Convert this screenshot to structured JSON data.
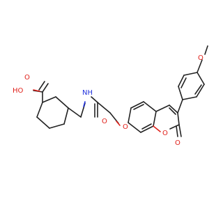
{
  "molecule": {
    "colors": {
      "carbon_bond": "#222222",
      "oxygen": "#e0201a",
      "nitrogen": "#2233dd",
      "background": "#ffffff"
    },
    "atom_labels": {
      "carboxylic_oh": "HO",
      "carboxylic_o": "O",
      "amide_nh": "NH",
      "amide_o": "O",
      "ether_o": "O",
      "ring_o": "O",
      "lactone_o": "O",
      "methoxy_o": "O"
    }
  }
}
